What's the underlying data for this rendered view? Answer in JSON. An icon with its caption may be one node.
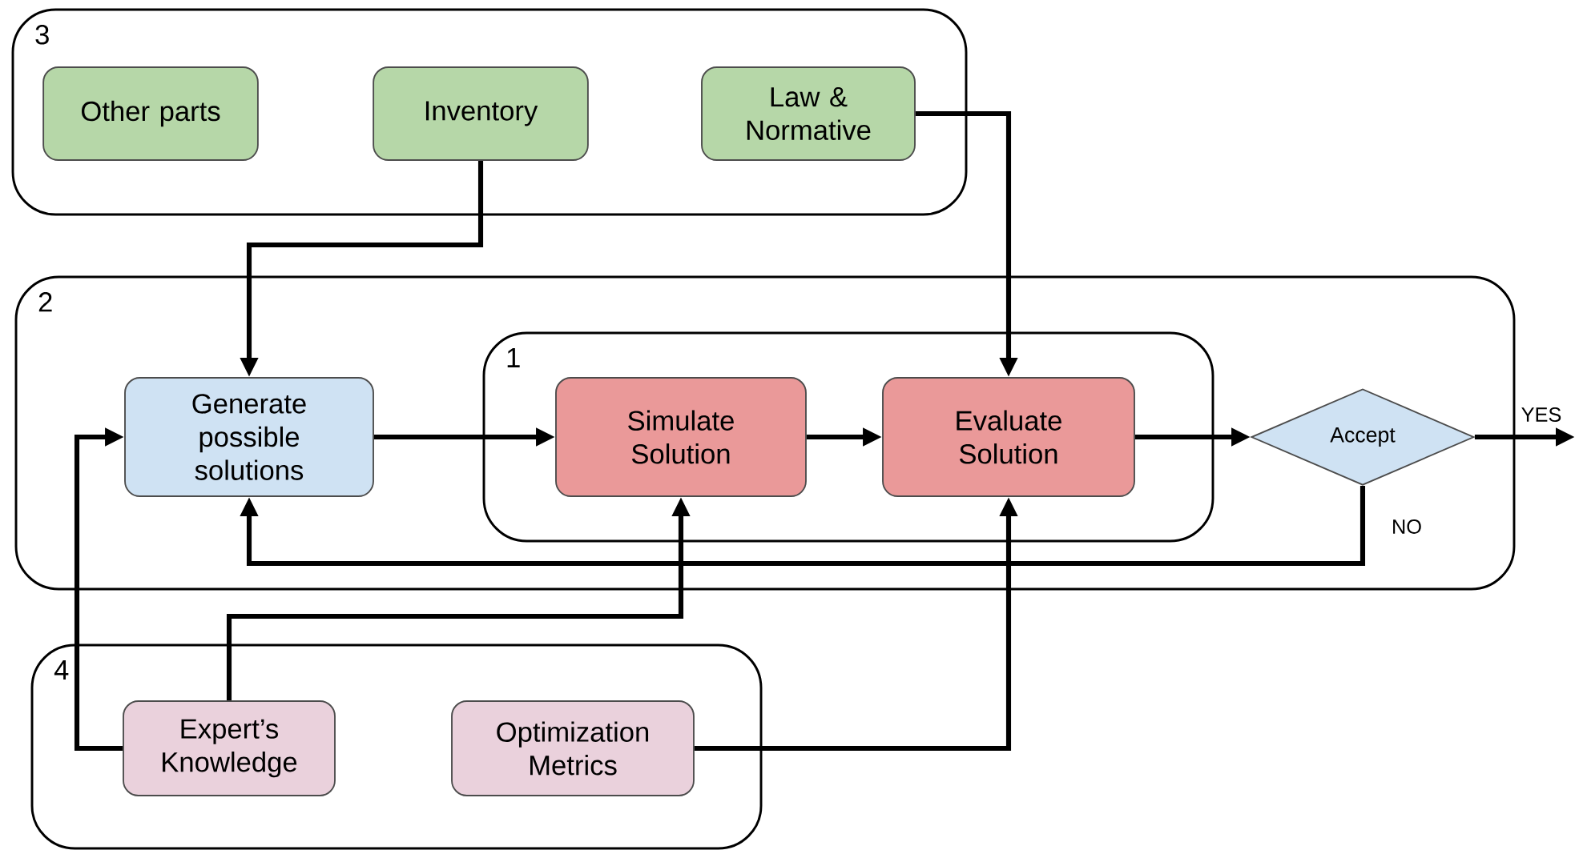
{
  "diagram": {
    "nodes": [
      {
        "text": [
          "3"
        ]
      },
      {
        "text": [
          "Other parts"
        ],
        "in": 0
      },
      {
        "text": [
          "Inventory"
        ],
        "in": 0
      },
      {
        "text": [
          "Law & Normative"
        ],
        "in": 0
      },
      {
        "text": [
          "2"
        ]
      },
      {
        "text": [
          "Generate possible solutions"
        ],
        "in": 4
      },
      {
        "text": [
          "1"
        ],
        "in": 4
      },
      {
        "text": [
          "Simulate Solution"
        ],
        "in": 6
      },
      {
        "text": [
          "Evaluate Solution"
        ],
        "in": 6
      },
      {
        "text": [
          "Accept"
        ],
        "in": 4
      },
      {
        "text": [
          "4"
        ]
      },
      {
        "text": [
          "Expert’s Knowledge"
        ],
        "in": 10
      },
      {
        "text": [
          "Optimization Metrics"
        ],
        "in": 10
      }
    ],
    "edges": [
      {
        "from": 2,
        "to": 5,
        "arrow": "to"
      },
      {
        "from": 3,
        "to": 8,
        "arrow": "to"
      },
      {
        "from": 5,
        "to": 7,
        "arrow": "to"
      },
      {
        "from": 7,
        "to": 8,
        "arrow": "to"
      },
      {
        "from": 8,
        "to": 9,
        "arrow": "to"
      },
      {
        "from": 9,
        "to": null,
        "arrow": "to",
        "label": "YES"
      },
      {
        "from": 9,
        "to": 5,
        "arrow": "to",
        "label": "NO"
      },
      {
        "from": 11,
        "to": 5,
        "arrow": "to"
      },
      {
        "from": 11,
        "to": 7,
        "arrow": "to"
      },
      {
        "from": 12,
        "to": 8,
        "arrow": "to"
      }
    ]
  }
}
